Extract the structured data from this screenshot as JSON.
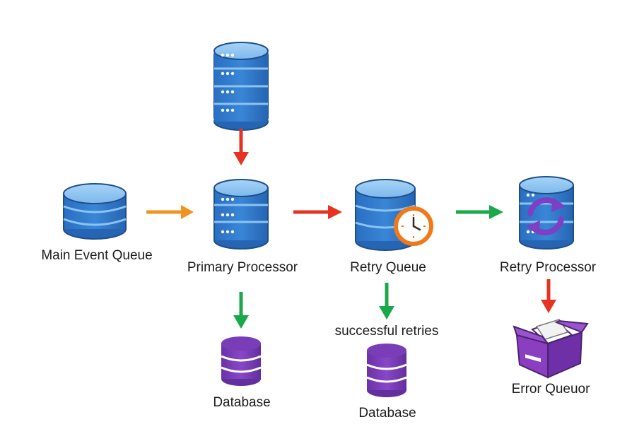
{
  "nodes": {
    "main_event_queue": {
      "label": "Main Event Queue",
      "icon": "server-stack-icon"
    },
    "source_server": {
      "icon": "server-stack-icon"
    },
    "primary_processor": {
      "label": "Primary Processor",
      "icon": "server-stack-icon"
    },
    "retry_queue": {
      "label": "Retry Queue",
      "icon": "server-clock-icon"
    },
    "retry_processor": {
      "label": "Retry Processor",
      "icon": "server-refresh-icon"
    },
    "primary_database": {
      "label": "Database",
      "icon": "database-icon"
    },
    "retry_database": {
      "label": "Database",
      "icon": "database-icon"
    },
    "error_queue": {
      "label": "Error Queuor",
      "icon": "open-box-icon"
    }
  },
  "edges": {
    "successful_retries_label": "successful retries"
  },
  "colors": {
    "server_blue": "#2f78cc",
    "server_light": "#8cc3f2",
    "server_outline": "#1d4f8a",
    "database_purple": "#7a3db8",
    "box_purple": "#8a3fc0",
    "arrow_orange": "#f0941f",
    "arrow_red": "#e53323",
    "arrow_green": "#19a84a",
    "clock_orange": "#f07a1a",
    "refresh_purple": "#7d3fc4"
  }
}
